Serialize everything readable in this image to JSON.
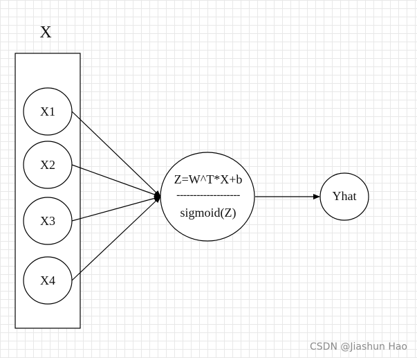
{
  "diagram": {
    "title": "X",
    "inputs": [
      "X1",
      "X2",
      "X3",
      "X4"
    ],
    "neuron": {
      "formula": "Z=W^T*X+b",
      "separator": "-------------------",
      "activation": "sigmoid(Z)"
    },
    "output": "Yhat",
    "watermark": "CSDN @Jiashun Hao"
  },
  "colors": {
    "background": "#ffffff",
    "grid": "#e8e8e8",
    "stroke": "#000000"
  }
}
